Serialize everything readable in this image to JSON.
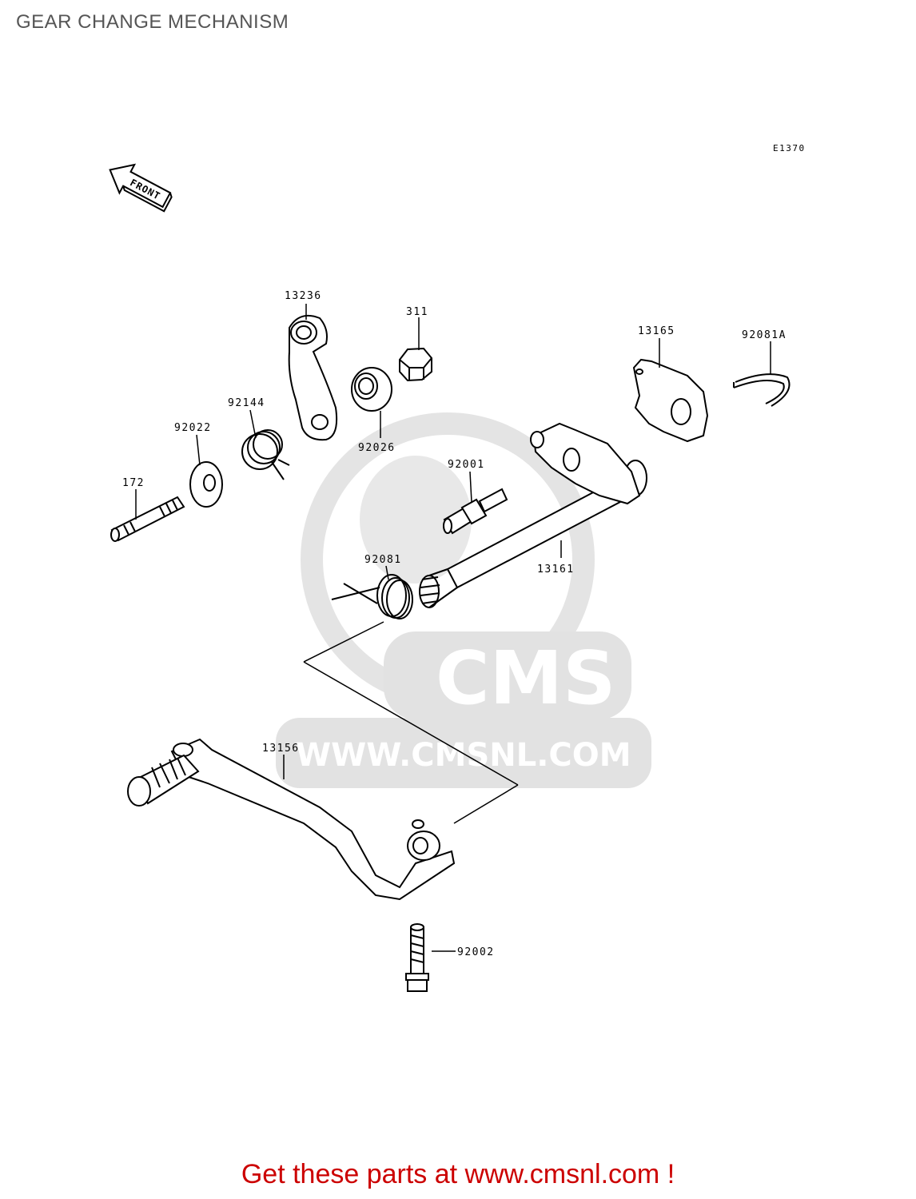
{
  "title": "GEAR CHANGE MECHANISM",
  "diagram_code": "E1370",
  "front_arrow_label": "FRONT",
  "watermark": {
    "brand": "CMS",
    "url": "WWW.CMSNL.COM"
  },
  "parts": [
    {
      "id": "p13236",
      "number": "13236"
    },
    {
      "id": "p311",
      "number": "311"
    },
    {
      "id": "p13165",
      "number": "13165"
    },
    {
      "id": "p92081A",
      "number": "92081A"
    },
    {
      "id": "p92144",
      "number": "92144"
    },
    {
      "id": "p92022",
      "number": "92022"
    },
    {
      "id": "p92026",
      "number": "92026"
    },
    {
      "id": "p92001",
      "number": "92001"
    },
    {
      "id": "p172",
      "number": "172"
    },
    {
      "id": "p92081",
      "number": "92081"
    },
    {
      "id": "p13161",
      "number": "13161"
    },
    {
      "id": "p13156",
      "number": "13156"
    },
    {
      "id": "p92002",
      "number": "92002"
    }
  ],
  "footer": {
    "text": "Get these parts at www.cmsnl.com !"
  },
  "colors": {
    "title": "#555555",
    "footer": "#cc0000",
    "line_art": "#000000",
    "watermark": "#e0e0e0"
  }
}
